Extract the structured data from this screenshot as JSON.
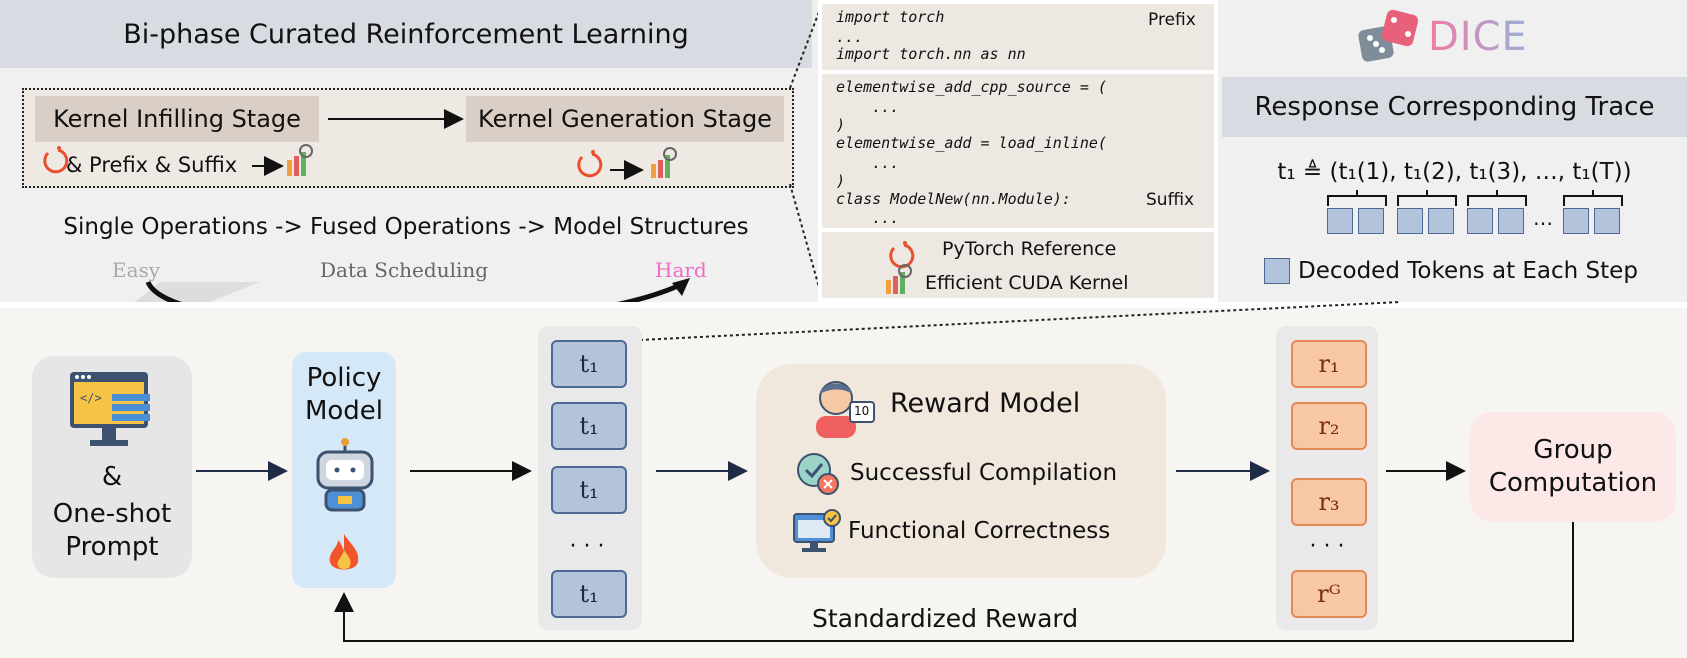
{
  "left_panel": {
    "title": "Bi-phase Curated Reinforcement Learning",
    "stage1": "Kernel Infilling Stage",
    "stage2": "Kernel Generation Stage",
    "stage1_caption": "& Prefix & Suffix",
    "progression": "Single Operations -> Fused Operations -> Model Structures",
    "easy": "Easy",
    "scheduling": "Data Scheduling",
    "hard": "Hard"
  },
  "code_panel": {
    "line1": "import torch",
    "line2": "...",
    "line3": "import torch.nn as nn",
    "prefix_label": "Prefix",
    "line4": "elementwise_add_cpp_source = (",
    "line5": "    ...",
    "line6": ")",
    "line7": "elementwise_add = load_inline(",
    "line8": "    ...",
    "line9": ")",
    "line10": "class ModelNew(nn.Module):",
    "suffix_label": "Suffix",
    "line11": "    ...",
    "legend_pytorch": "PyTorch Reference",
    "legend_cuda": "Efficient CUDA Kernel"
  },
  "dice": {
    "logo_text": "DICE",
    "trace_title": "Response Corresponding Trace",
    "trace_formula": "t₁ ≜ (t₁(1), t₁(2), t₁(3), …, t₁(T))",
    "ellipsis": "…",
    "legend": "Decoded Tokens at Each Step"
  },
  "bottom": {
    "prompt_amp": "&",
    "prompt_label": "One-shot\nPrompt",
    "policy_label": "Policy\nModel",
    "tokens": [
      "t₁",
      "t₁",
      "t₁",
      "· · ·",
      "t₁"
    ],
    "reward_title": "Reward Model",
    "reward_badge": "10",
    "reward_item1": "Successful Compilation",
    "reward_item2": "Functional Correctness",
    "rewards": [
      "r₁",
      "r₂",
      "· · ·",
      "r₃",
      "rᴳ"
    ],
    "group_label": "Group\nComputation",
    "standardized": "Standardized Reward"
  },
  "colors": {
    "panel_bg": "#f0f0f0",
    "header_bg": "#d9dbe2",
    "stage_bg": "#d9cfc7",
    "code_bg": "#ede8e2",
    "bottom_bg": "#f7f5f1",
    "token_fill": "#b3c3db",
    "reward_fill": "#f7c7a6",
    "policy_bg": "#d5e8f7",
    "reward_model_bg": "#f1e8dd",
    "group_bg": "#fde8e8",
    "hard": "#f06ac7",
    "easy": "#aaaaaa"
  }
}
